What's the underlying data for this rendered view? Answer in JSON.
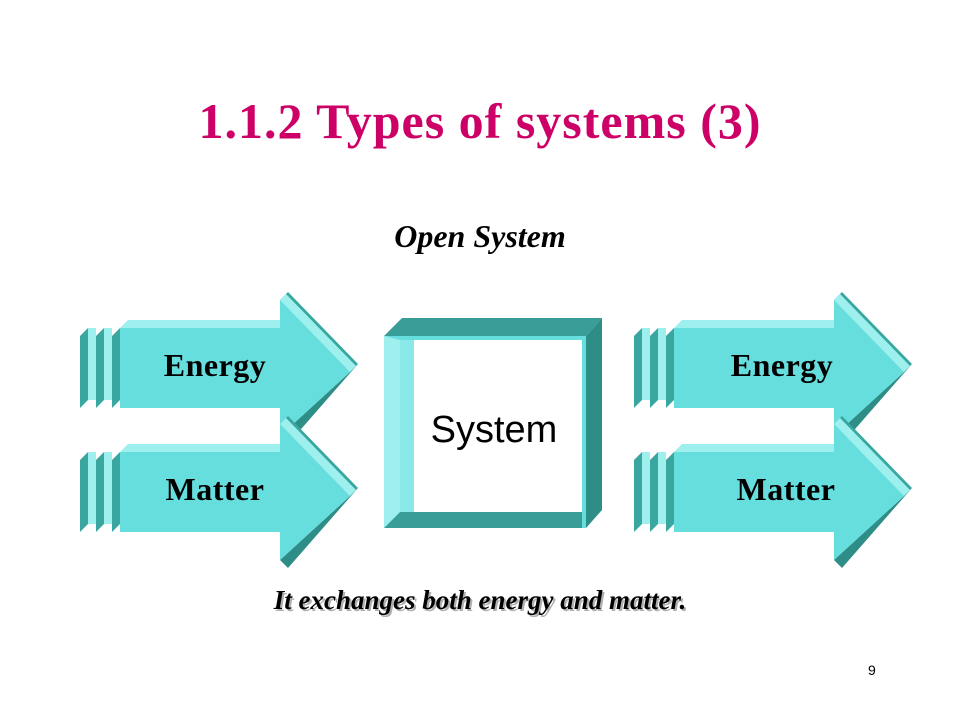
{
  "slide": {
    "title": "1.1.2 Types of systems (3)",
    "subtitle": "Open System",
    "caption": "It exchanges both energy and matter.",
    "page_number": "9"
  },
  "diagram": {
    "center_box": {
      "label": "System"
    },
    "input_arrows": [
      {
        "label": "Energy"
      },
      {
        "label": "Matter"
      }
    ],
    "output_arrows": [
      {
        "label": "Energy"
      },
      {
        "label": "Matter"
      }
    ]
  },
  "colors": {
    "title": "#cc0066",
    "arrow_face": "#66dede",
    "arrow_shade": "#3aa6a0",
    "arrow_light": "#9ef0ee",
    "box_border": "#66dede",
    "box_shade": "#3a9e98"
  }
}
